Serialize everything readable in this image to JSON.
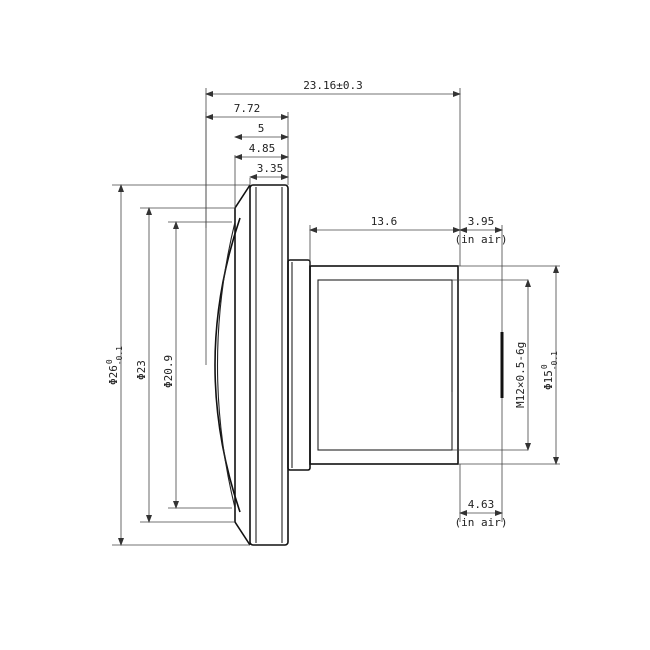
{
  "drawing": {
    "subject": "lens-mechanical-drawing",
    "colors": {
      "line": "#111111",
      "dimension": "#444444",
      "background": "#ffffff"
    }
  },
  "dims": {
    "overall_length": "23.16±0.3",
    "len_7_72": "7.72",
    "len_5": "5",
    "len_4_85": "4.85",
    "len_3_35": "3.35",
    "len_13_6": "13.6",
    "back_focal_top": {
      "value": "3.95",
      "note": "(in air)"
    },
    "back_focal_bottom": {
      "value": "4.63",
      "note": "(in air)"
    },
    "dia_26": {
      "symbol": "Φ",
      "value": "26",
      "tol_upper": "0",
      "tol_lower": "-0.1"
    },
    "dia_23": {
      "symbol": "Φ",
      "value": "23"
    },
    "dia_20_9": {
      "symbol": "Φ",
      "value": "20.9"
    },
    "dia_15": {
      "symbol": "Φ",
      "value": "15",
      "tol_upper": "0",
      "tol_lower": "-0.1"
    },
    "thread": "M12×0.5-6g"
  }
}
